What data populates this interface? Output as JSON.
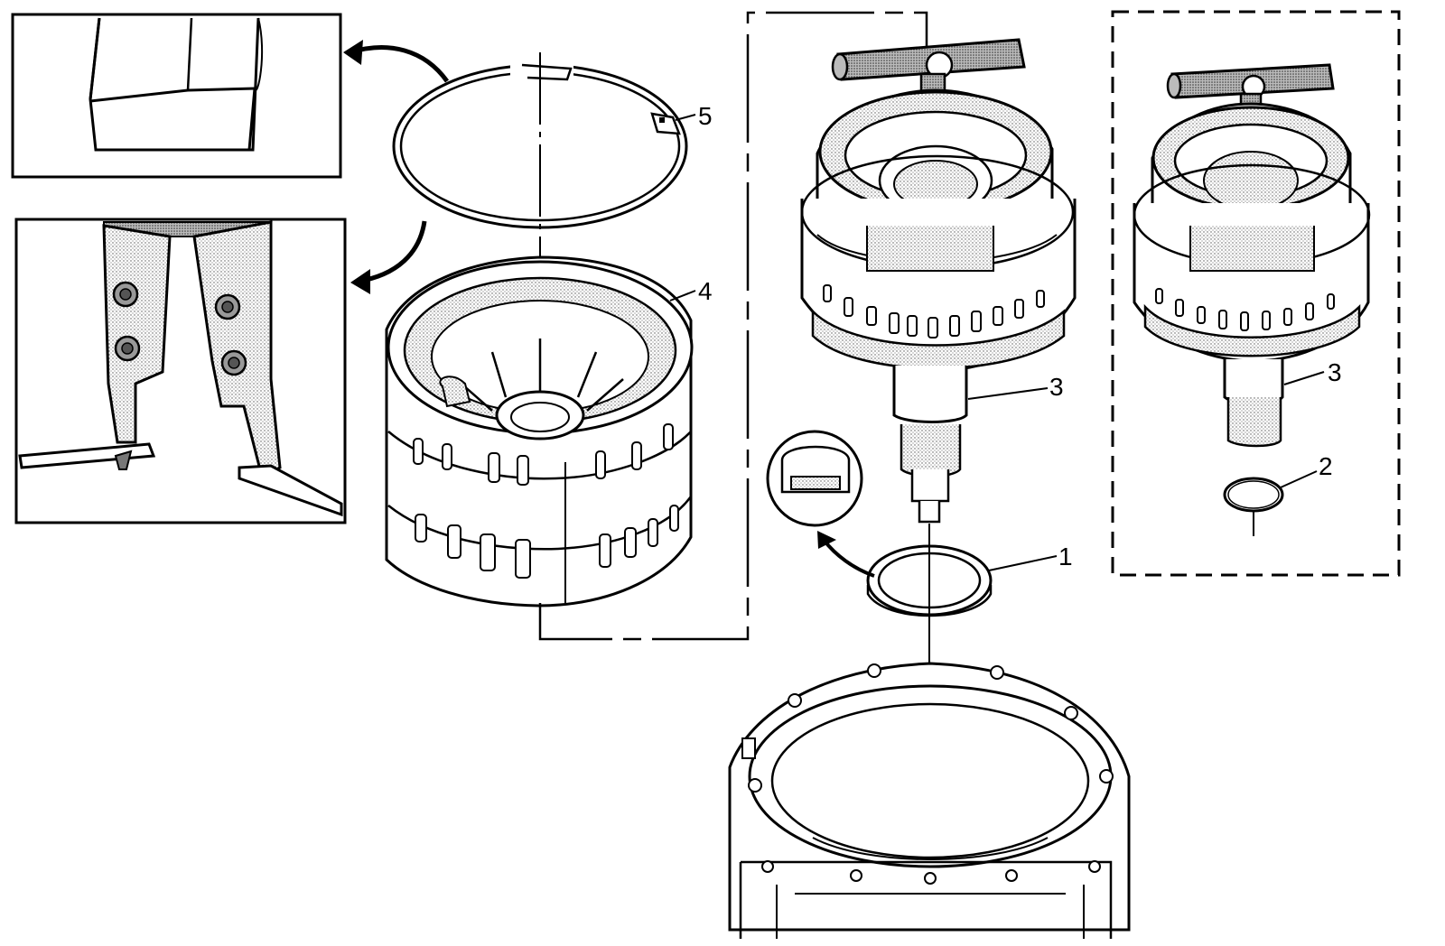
{
  "diagram": {
    "callouts": [
      {
        "id": "1",
        "label": "1"
      },
      {
        "id": "2",
        "label": "2"
      },
      {
        "id": "3a",
        "label": "3"
      },
      {
        "id": "3b",
        "label": "3"
      },
      {
        "id": "4",
        "label": "4"
      },
      {
        "id": "5",
        "label": "5"
      }
    ],
    "parts": [
      "retaining-ring",
      "snap-ring-pliers-detail",
      "ring-end-detail",
      "clutch-housing-assembly",
      "output-carrier-with-tool",
      "thrust-bearing",
      "seal-ring",
      "transmission-case"
    ]
  }
}
